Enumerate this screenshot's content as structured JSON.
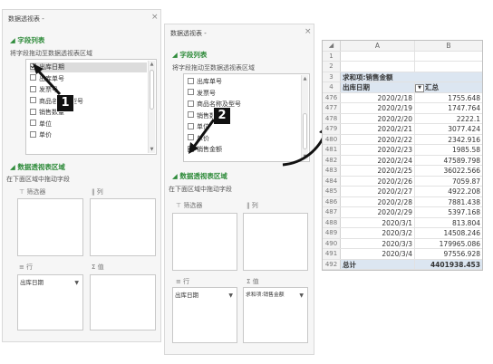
{
  "panel1": {
    "title": "数据透视表 -",
    "close": "×",
    "field_list_title": "◢ 字段列表",
    "field_hint": "将字段拖动至数据透视表区域",
    "fields": [
      {
        "label": "出库日期",
        "checked": true
      },
      {
        "label": "出库单号",
        "checked": false
      },
      {
        "label": "发票号",
        "checked": false
      },
      {
        "label": "商品名称及型号",
        "checked": false
      },
      {
        "label": "销售数量",
        "checked": false
      },
      {
        "label": "单位",
        "checked": false
      },
      {
        "label": "单价",
        "checked": false
      }
    ],
    "area_title": "◢ 数据透视表区域",
    "area_hint": "在下面区域中拖动字段",
    "filter_label": "筛选器",
    "column_label": "列",
    "row_label": "行",
    "value_label": "值",
    "row_item": "出库日期",
    "dropdown": "▼"
  },
  "panel2": {
    "title": "数据透视表 -",
    "close": "×",
    "field_list_title": "◢ 字段列表",
    "field_hint": "将字段拖动至数据透视表区域",
    "fields": [
      {
        "label": "出库单号",
        "checked": false
      },
      {
        "label": "发票号",
        "checked": false
      },
      {
        "label": "商品名称及型号",
        "checked": false
      },
      {
        "label": "销售数量",
        "checked": false
      },
      {
        "label": "单位",
        "checked": false
      },
      {
        "label": "单价",
        "checked": false
      },
      {
        "label": "销售金额",
        "checked": true
      }
    ],
    "area_title": "◢ 数据透视表区域",
    "area_hint": "在下面区域中拖动字段",
    "filter_label": "筛选器",
    "column_label": "列",
    "row_label": "行",
    "value_label": "值",
    "row_item": "出库日期",
    "value_item": "求和项:销售金额",
    "dropdown": "▼"
  },
  "badges": {
    "one": "1",
    "two": "2"
  },
  "sheet": {
    "col_a": "A",
    "col_b": "B",
    "rows": [
      {
        "n": "1",
        "a": "",
        "b": ""
      },
      {
        "n": "2",
        "a": "",
        "b": ""
      },
      {
        "n": "3",
        "a": "求和项:销售金额",
        "b": ""
      },
      {
        "n": "4",
        "a": "出库日期",
        "b": "汇总"
      },
      {
        "n": "476",
        "a": "2020/2/18",
        "b": "1755.648"
      },
      {
        "n": "477",
        "a": "2020/2/19",
        "b": "1747.764"
      },
      {
        "n": "478",
        "a": "2020/2/20",
        "b": "2222.1"
      },
      {
        "n": "479",
        "a": "2020/2/21",
        "b": "3077.424"
      },
      {
        "n": "480",
        "a": "2020/2/22",
        "b": "2342.916"
      },
      {
        "n": "481",
        "a": "2020/2/23",
        "b": "1985.58"
      },
      {
        "n": "482",
        "a": "2020/2/24",
        "b": "47589.798"
      },
      {
        "n": "483",
        "a": "2020/2/25",
        "b": "36022.566"
      },
      {
        "n": "484",
        "a": "2020/2/26",
        "b": "7059.87"
      },
      {
        "n": "485",
        "a": "2020/2/27",
        "b": "4922.208"
      },
      {
        "n": "486",
        "a": "2020/2/28",
        "b": "7881.438"
      },
      {
        "n": "487",
        "a": "2020/2/29",
        "b": "5397.168"
      },
      {
        "n": "488",
        "a": "2020/3/1",
        "b": "813.804"
      },
      {
        "n": "489",
        "a": "2020/3/2",
        "b": "14508.246"
      },
      {
        "n": "490",
        "a": "2020/3/3",
        "b": "179965.086"
      },
      {
        "n": "491",
        "a": "2020/3/4",
        "b": "97556.928"
      },
      {
        "n": "492",
        "a": "总计",
        "b": "4401938.453"
      }
    ]
  }
}
